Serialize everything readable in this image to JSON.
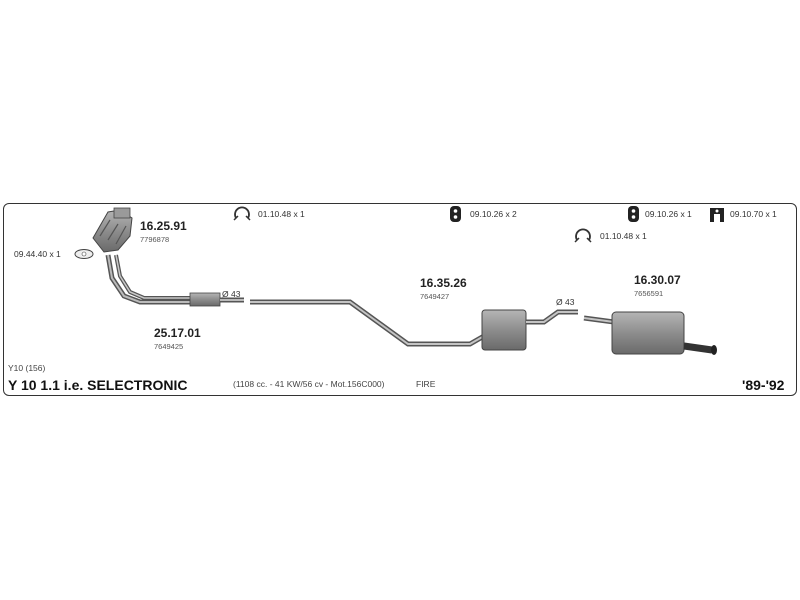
{
  "vehicle": {
    "series": "Y10 (156)",
    "model": "Y 10 1.1 i.e. SELECTRONIC",
    "engine_spec": "(1108 cc. - 41 KW/56 cv - Mot.156C000)",
    "engine_name": "FIRE",
    "years": "'89-'92"
  },
  "parts": [
    {
      "code": "16.25.91",
      "ref": "7796878"
    },
    {
      "code": "25.17.01",
      "ref": "7649425"
    },
    {
      "code": "16.35.26",
      "ref": "7649427"
    },
    {
      "code": "16.30.07",
      "ref": "7656591"
    }
  ],
  "accessories": [
    {
      "label": "09.44.40 x 1",
      "icon": "gasket-icon"
    },
    {
      "label": "01.10.48 x 1",
      "icon": "clamp-icon"
    },
    {
      "label": "09.10.26 x 2",
      "icon": "rubber-hanger-icon"
    },
    {
      "label": "09.10.26 x 1",
      "icon": "rubber-hanger-icon"
    },
    {
      "label": "09.10.70 x 1",
      "icon": "rubber-mount-icon"
    },
    {
      "label": "01.10.48 x 1",
      "icon": "clamp-icon"
    }
  ],
  "diameters": [
    "Ø 43",
    "Ø 43"
  ],
  "colors": {
    "part_fill": "#8a8a8a",
    "part_stroke": "#444444",
    "border": "#333333"
  }
}
